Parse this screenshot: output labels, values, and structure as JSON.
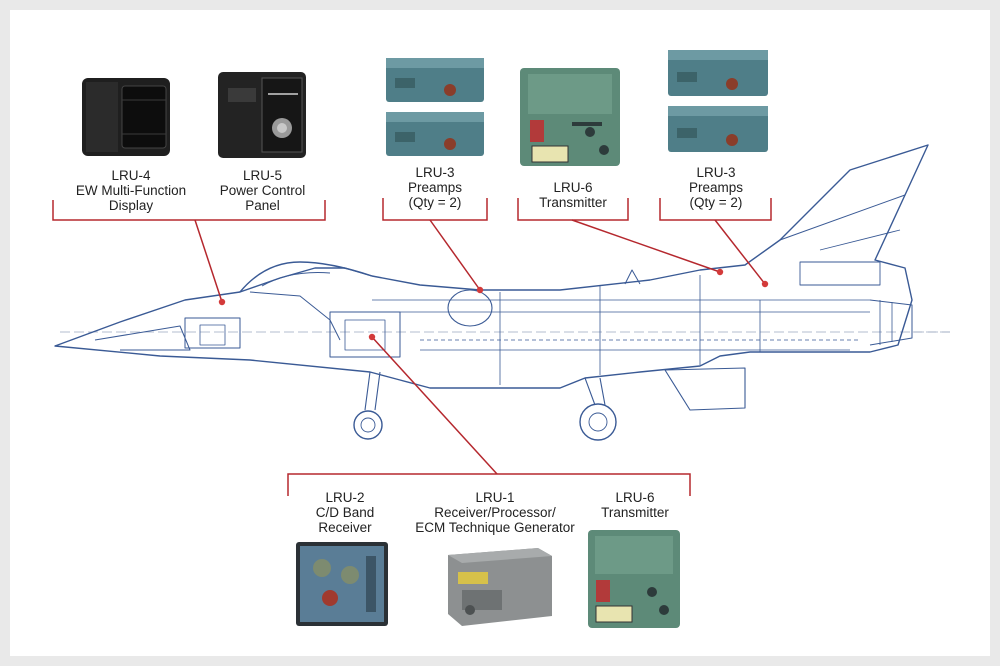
{
  "colors": {
    "bracket": "#b5282e",
    "aircraft_line": "#3a5a95",
    "unit_body": "#4f7e88",
    "text": "#222222",
    "background": "#ffffff",
    "border": "#e9e9e9"
  },
  "labels": {
    "lru4": [
      "LRU-4",
      "EW Multi-Function",
      "Display"
    ],
    "lru5": [
      "LRU-5",
      "Power Control",
      "Panel"
    ],
    "lru3_left": [
      "LRU-3",
      "Preamps",
      "(Qty = 2)"
    ],
    "lru6_top": [
      "LRU-6",
      "Transmitter"
    ],
    "lru3_right": [
      "LRU-3",
      "Preamps",
      "(Qty = 2)"
    ],
    "lru2": [
      "LRU-2",
      "C/D Band",
      "Receiver"
    ],
    "lru1": [
      "LRU-1",
      "Receiver/Processor/",
      "ECM Technique Generator"
    ],
    "lru6_bottom": [
      "LRU-6",
      "Transmitter"
    ]
  },
  "icons": [
    "display-unit-icon",
    "power-panel-icon",
    "preamp-icon",
    "transmitter-icon",
    "receiver-icon",
    "processor-icon"
  ]
}
